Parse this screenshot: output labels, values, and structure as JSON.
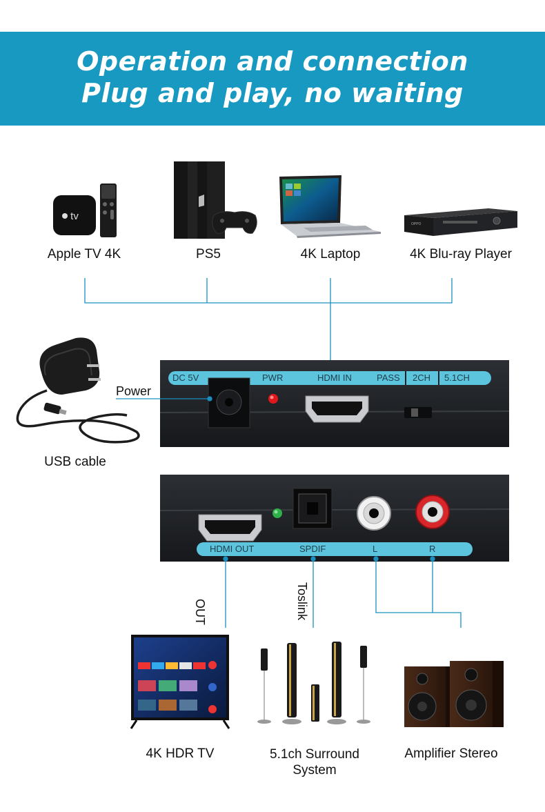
{
  "banner": {
    "line1": "Operation and connection",
    "line2": "Plug and play, no waiting"
  },
  "sources": [
    {
      "label": "Apple TV 4K",
      "icon": "apple-tv-icon"
    },
    {
      "label": "PS5",
      "icon": "game-console-icon"
    },
    {
      "label": "4K Laptop",
      "icon": "laptop-icon"
    },
    {
      "label": "4K Blu-ray Player",
      "icon": "bluray-player-icon"
    }
  ],
  "power": {
    "label": "Power",
    "cable_label": "USB cable"
  },
  "front_panel": {
    "labels": [
      "DC 5V",
      "PWR",
      "HDMI IN",
      "PASS",
      "2CH",
      "5.1CH"
    ]
  },
  "rear_panel": {
    "labels": [
      "HDMI OUT",
      "SPDIF",
      "L",
      "R"
    ]
  },
  "connections": {
    "out_label": "OUT",
    "toslink_label": "Toslink"
  },
  "outputs": [
    {
      "label": "4K HDR TV",
      "icon": "tv-icon"
    },
    {
      "label": "5.1ch Surround System",
      "line1": "5.1ch Surround",
      "line2": "System",
      "icon": "speaker-tower-icon"
    },
    {
      "label": "Amplifier Stereo",
      "icon": "stereo-speakers-icon"
    }
  ],
  "colors": {
    "banner": "#1899c2",
    "line": "#1a8fbf",
    "device_body": "#1e2024",
    "panel_strip": "#5cc4dd",
    "rca_red": "#d8262a",
    "rca_white": "#f2f2f2",
    "led_red": "#e0181c",
    "led_green": "#2eb14a"
  }
}
